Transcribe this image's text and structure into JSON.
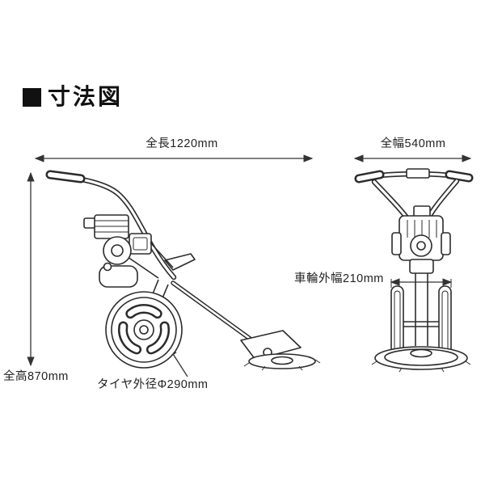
{
  "title": {
    "text": "寸法図"
  },
  "labels": {
    "overall_length": "全長1220mm",
    "overall_width": "全幅540mm",
    "overall_height": "全高870mm",
    "tire_diameter": "タイヤ外径Φ290mm",
    "wheel_outer_width": "車輪外幅210mm"
  },
  "colors": {
    "line": "#2b2b2b",
    "dimension": "#333333",
    "title": "#111111"
  }
}
